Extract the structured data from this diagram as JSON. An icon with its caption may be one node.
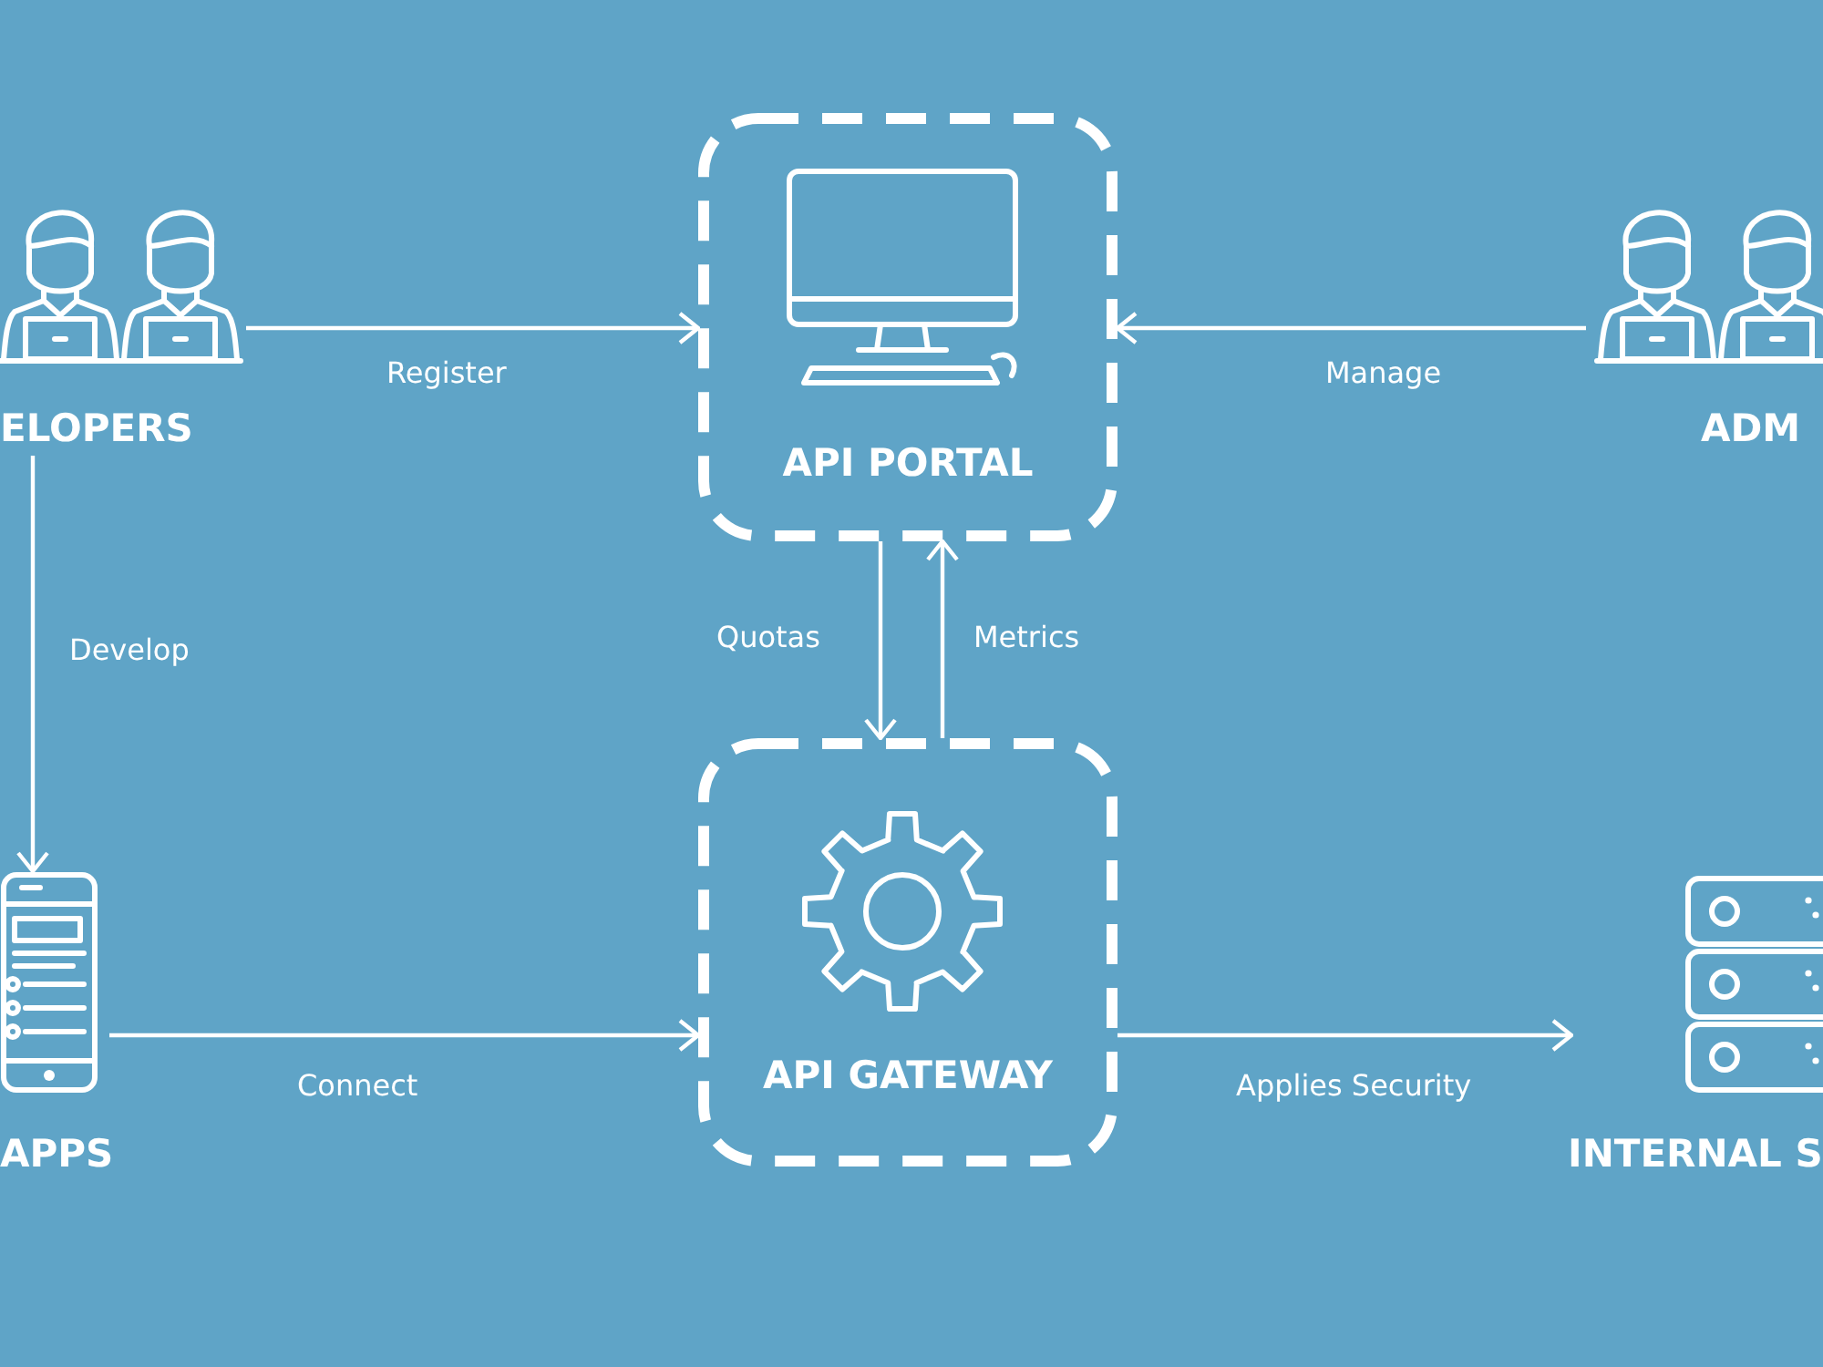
{
  "diagram": {
    "nodes": [
      {
        "text": [
          "ELOPERS"
        ]
      },
      {
        "text": [
          "API PORTAL"
        ]
      },
      {
        "text": [
          "ADM"
        ]
      },
      {
        "text": [
          "APPS"
        ]
      },
      {
        "text": [
          "API GATEWAY"
        ]
      },
      {
        "text": [
          "INTERNAL S"
        ]
      }
    ],
    "edges": [
      {
        "from": 0,
        "to": 1,
        "arrow": "to",
        "label": "Register"
      },
      {
        "from": 2,
        "to": 1,
        "arrow": "to",
        "label": "Manage"
      },
      {
        "from": 1,
        "to": 4,
        "arrow": "to",
        "label": "Quotas"
      },
      {
        "from": 4,
        "to": 1,
        "arrow": "to",
        "label": "Metrics"
      },
      {
        "from": 0,
        "to": 3,
        "arrow": "to",
        "label": "Develop"
      },
      {
        "from": 3,
        "to": 4,
        "arrow": "to",
        "label": "Connect"
      },
      {
        "from": 4,
        "to": 5,
        "arrow": "to",
        "label": "Applies Security"
      }
    ]
  }
}
